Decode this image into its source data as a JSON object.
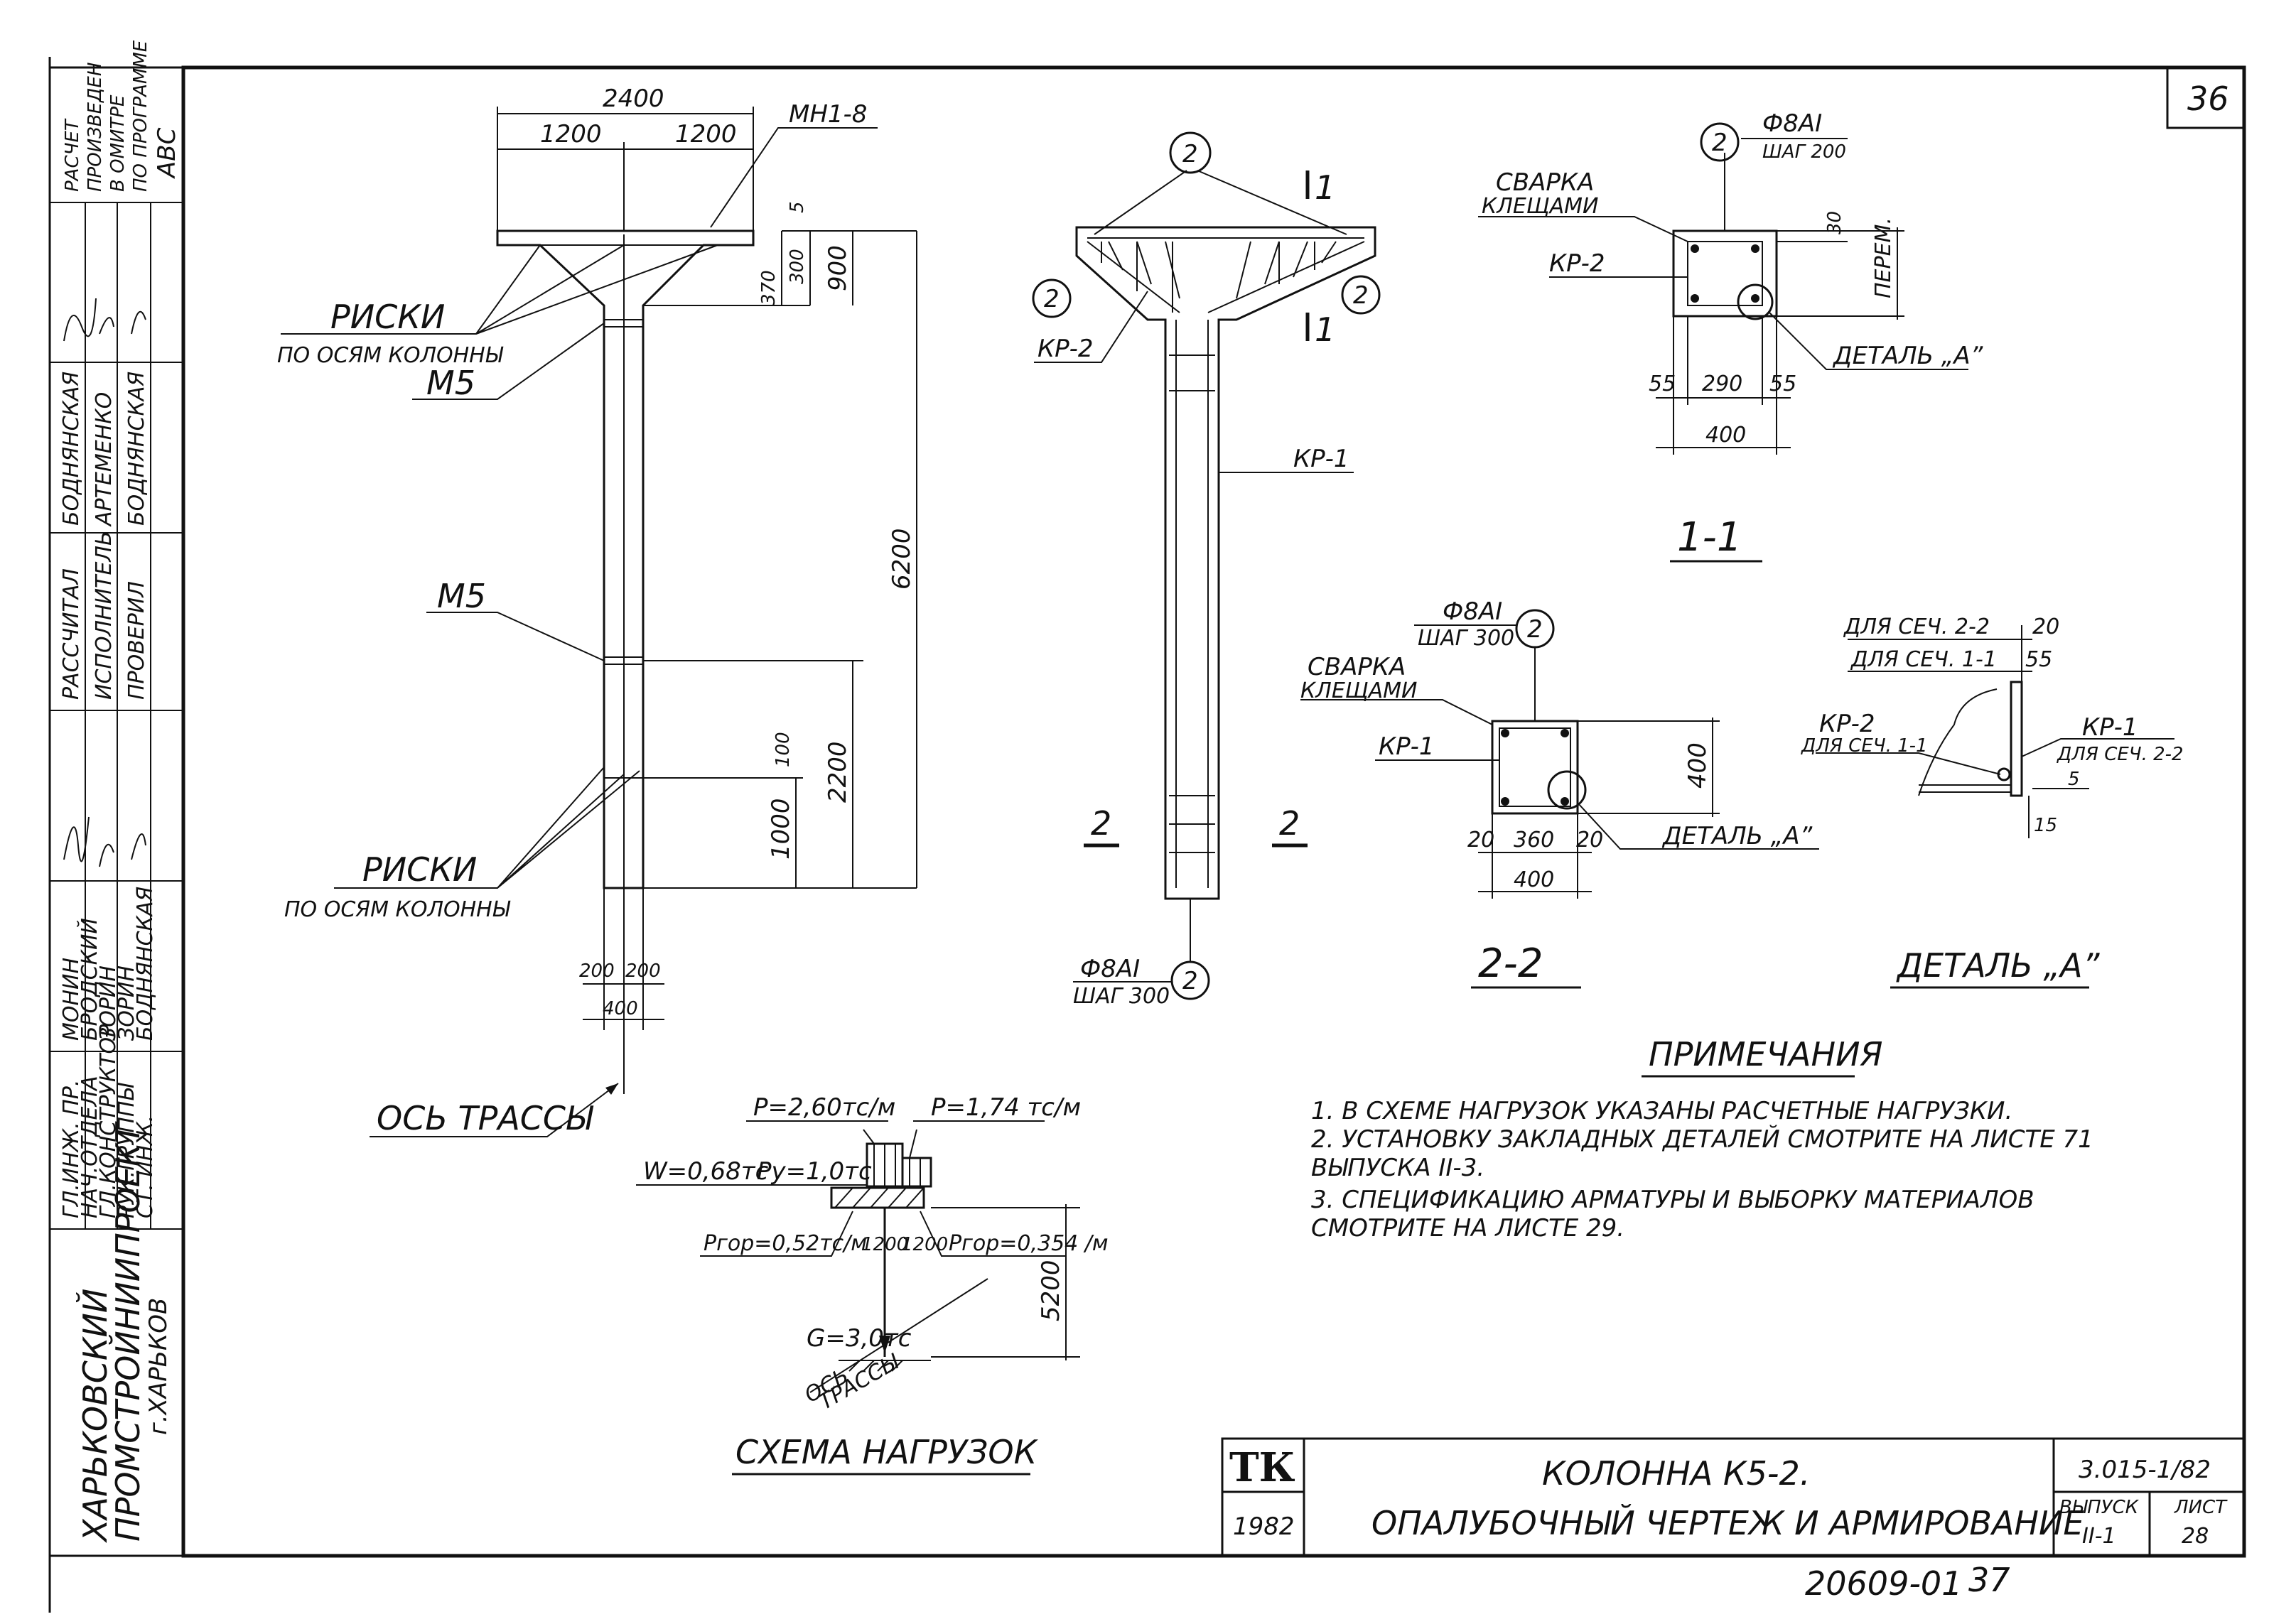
{
  "sheet_no": "36",
  "left_strip": {
    "calc_note": [
      "РАСЧЕТ",
      "ПРОИЗВЕДЕН",
      "В ОМИТРЕ",
      "ПО ПРОГРАММЕ",
      "АВС"
    ],
    "roles_col1": [
      "РАССЧИТАЛ",
      "ИСПОЛНИТЕЛЬ",
      "ПРОВЕРИЛ"
    ],
    "names_col1": [
      "БОДНЯНСКАЯ",
      "АРТЕМЕНКО",
      "БОДНЯНСКАЯ"
    ],
    "roles_col2": [
      "ГЛ.ИНЖ. ПР.",
      "НАЧ.ОТДЕЛА",
      "ГЛ.КОНСТРУКТОР",
      "РУК.ГРУППЫ",
      "СТ. ИНЖ."
    ],
    "names_col2": [
      "МОНИН",
      "БРОДСКИЙ",
      "ЗОРИН",
      "ЗОРИН",
      "БОДНЯНСКАЯ"
    ],
    "org": [
      "ХАРЬКОВСКИЙ",
      "ПРОМСТРОЙНИИПРОЕКТ",
      "г.ХАРЬКОВ"
    ]
  },
  "elevation": {
    "dim_total": "2400",
    "dim_left": "1200",
    "dim_right": "1200",
    "mark_top": "МН1-8",
    "risks_top": "РИСКИ",
    "risks_top_sub": "ПО ОСЯМ КОЛОННЫ",
    "m5_top": "М5",
    "m5_mid": "М5",
    "dim_5": "5",
    "dim_300": "300",
    "dim_370": "370",
    "dim_900": "900",
    "dim_6200": "6200",
    "dim_2200": "2200",
    "dim_100": "100",
    "dim_1000": "1000",
    "risks_bot": "РИСКИ",
    "risks_bot_sub": "ПО ОСЯМ КОЛОННЫ",
    "dim_200a": "200",
    "dim_200b": "200",
    "dim_400": "400",
    "axis_label": "ОСЬ ТРАССЫ"
  },
  "reinf": {
    "cage_kr2": "КР-2",
    "cage_kr1": "КР-1",
    "pos2": "2",
    "sec1": "1",
    "sec2": "2",
    "bar_bot": "Ф8АI",
    "step_bot": "ШАГ 300"
  },
  "section11": {
    "title": "1-1",
    "bar": "Ф8АI",
    "step": "ШАГ 200",
    "weld": "СВАРКА",
    "weld2": "КЛЕЩАМИ",
    "cage": "КР-2",
    "dim_30": "30",
    "dim_var": "ПЕРЕМ.",
    "detail": "ДЕТАЛЬ „А”",
    "d55a": "55",
    "d290": "290",
    "d55b": "55",
    "d400": "400",
    "pos": "2"
  },
  "section22": {
    "title": "2-2",
    "bar": "Ф8АI",
    "step": "ШАГ 300",
    "weld": "СВАРКА",
    "weld2": "КЛЕЩАМИ",
    "cage": "КР-1",
    "dim_400v": "400",
    "detail": "ДЕТАЛЬ „А”",
    "d20a": "20",
    "d360": "360",
    "d20b": "20",
    "d400": "400",
    "pos": "2"
  },
  "detailA": {
    "title": "ДЕТАЛЬ „А”",
    "for22": "ДЛЯ СЕЧ. 2-2",
    "for11": "ДЛЯ СЕЧ. 1-1",
    "d20": "20",
    "d55": "55",
    "kr2": "КР-2",
    "kr2_sub": "ДЛЯ СЕЧ. 1-1",
    "kr1": "КР-1",
    "kr1_sub": "ДЛЯ СЕЧ. 2-2",
    "d5": "5",
    "d15": "15"
  },
  "loads": {
    "title": "СХЕМА НАГРУЗОК",
    "p1": "Р=2,60тс/м",
    "p2": "Р=1,74 тс/м",
    "w": "W=0,68тс",
    "py": "Ру=1,0тс",
    "pgor1": "Ргор=0,52тс/м",
    "pgor2": "Ргор=0,354 /м",
    "d1200a": "1200",
    "d1200b": "1200",
    "d5200": "5200",
    "g": "G=3,0тс",
    "axis": "ОСЬ",
    "axis2": "ТРАССЫ"
  },
  "notes": {
    "title": "ПРИМЕЧАНИЯ",
    "lines": [
      "1. В СХЕМЕ   НАГРУЗОК   УКАЗАНЫ   РАСЧЕТНЫЕ НАГРУЗКИ.",
      "2. УСТАНОВКУ  ЗАКЛАДНЫХ  ДЕТАЛЕЙ  СМОТРИТЕ  НА  ЛИСТЕ 71",
      "   ВЫПУСКА  II-3.",
      "3. СПЕЦИФИКАЦИЮ  АРМАТУРЫ  И ВЫБОРКУ  МАТЕРИАЛОВ",
      "   СМОТРИТЕ  НА  ЛИСТЕ  29."
    ]
  },
  "title_block": {
    "logo": "ТК",
    "year": "1982",
    "line1": "КОЛОННА  К5-2.",
    "line2": "ОПАЛУБОЧНЫЙ  ЧЕРТЕЖ  И  АРМИРОВАНИЕ",
    "code": "3.015-1/82",
    "issue_label": "ВЫПУСК",
    "issue": "II-1",
    "sheet_label": "ЛИСТ",
    "sheet": "28"
  },
  "bottom_code": "20609-01",
  "bottom_page": "37"
}
